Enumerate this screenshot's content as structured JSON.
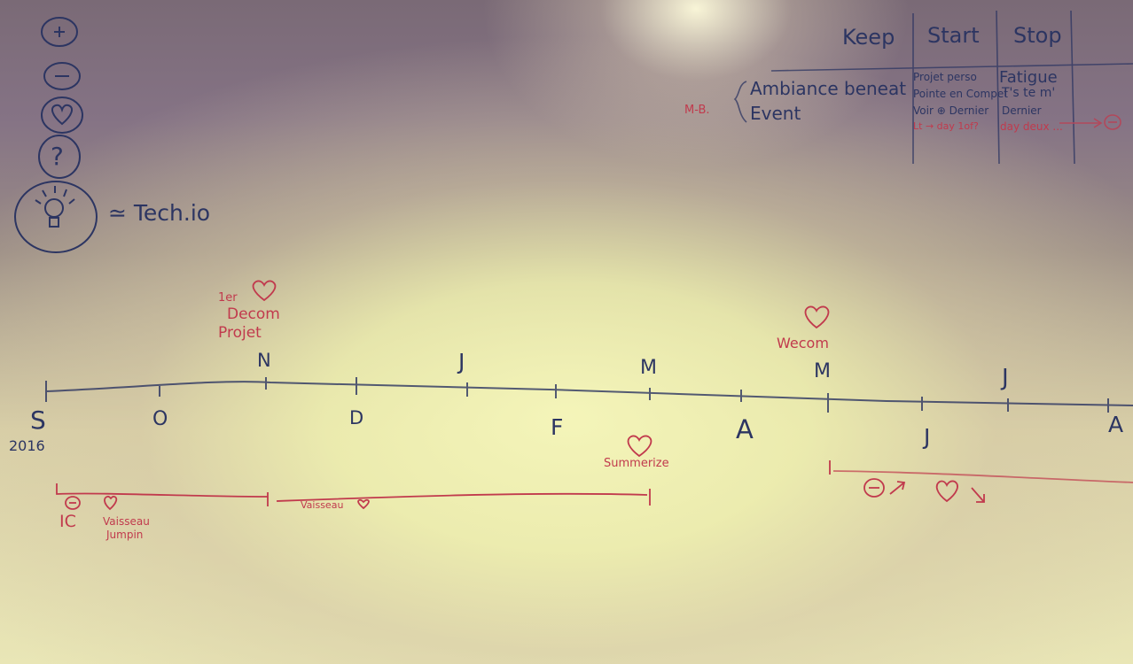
{
  "legend": {
    "plus": "+",
    "minus": "−",
    "question": "?",
    "tech_note": "≃ Tech.io"
  },
  "retro_table": {
    "headers": [
      "Keep",
      "Start",
      "Stop"
    ],
    "meb_label": "M-B.",
    "keep_items": [
      "Ambiance beneat",
      "Event"
    ],
    "start_items": [
      "Projet perso",
      "Pointe en Compet",
      "Voir ⊕ Dernier",
      "Lt → day 1of?"
    ],
    "stop_items": [
      "Fatigue",
      "T's te m'",
      "Dernier",
      "day deux ..."
    ]
  },
  "timeline": {
    "year": "2016",
    "months_below": [
      "S",
      "O",
      "D",
      "F",
      "A",
      "J",
      "A"
    ],
    "months_above": [
      "N",
      "J",
      "M",
      "M",
      "J"
    ],
    "notes": {
      "first_decom": [
        "1er",
        "Decom",
        "Projet"
      ],
      "wecom": "Wecom",
      "summerize": "Summerize",
      "ic": "IC",
      "vaisseau_jumpin": [
        "Vaisseau",
        "Jumpin"
      ],
      "vaisseau": "Vaisseau"
    }
  },
  "colors": {
    "blue_marker": "#2c3562",
    "red_marker": "#c13a4d",
    "board_light": "#f0f0b8",
    "board_shadow": "#7d6c7a"
  },
  "icons": [
    "plus-icon",
    "minus-icon",
    "heart-icon",
    "question-icon",
    "lightbulb-icon",
    "arrow-up-right-icon",
    "arrow-down-right-icon"
  ]
}
